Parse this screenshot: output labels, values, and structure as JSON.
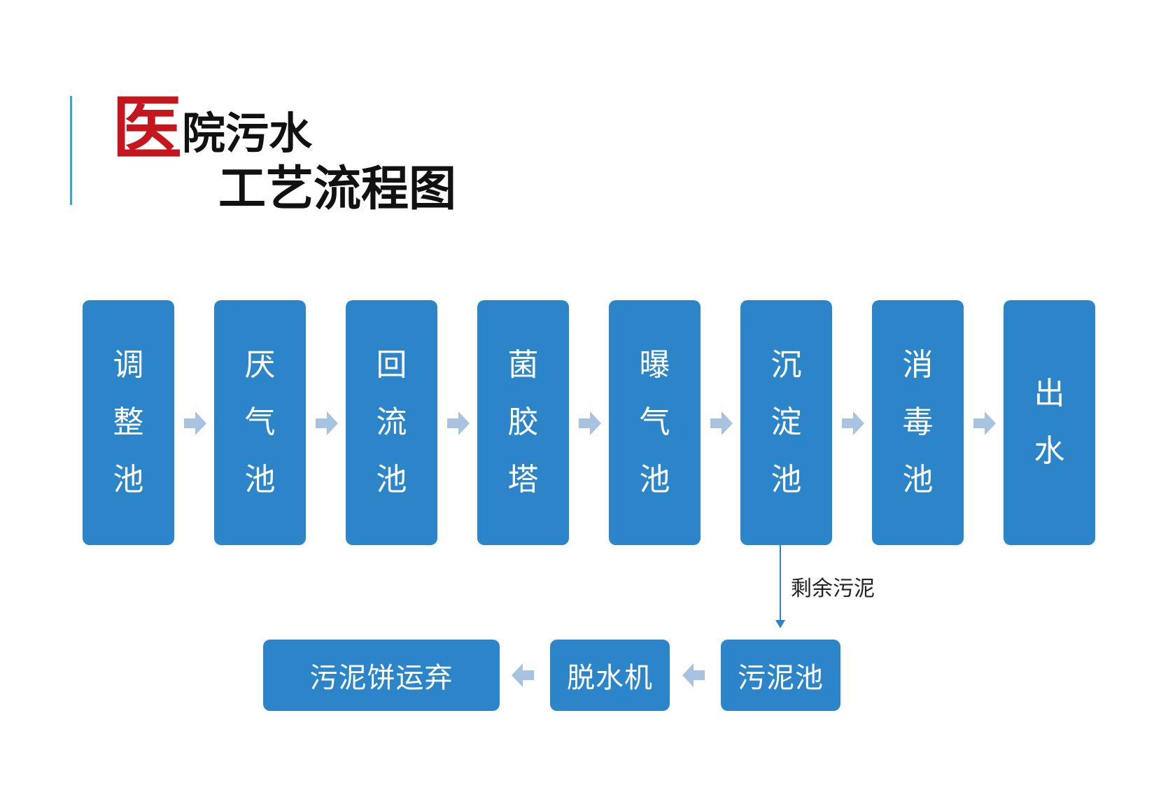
{
  "title": {
    "first_char": "医",
    "line1_rest": "院污水",
    "line2": "工艺流程图"
  },
  "colors": {
    "box": "#2c85c8",
    "arrow": "#a8c3e0",
    "accent_line": "#34a9d4",
    "title_highlight": "#c4161c"
  },
  "process_steps": [
    {
      "chars": [
        "调",
        "整",
        "池"
      ]
    },
    {
      "chars": [
        "厌",
        "气",
        "池"
      ]
    },
    {
      "chars": [
        "回",
        "流",
        "池"
      ]
    },
    {
      "chars": [
        "菌",
        "胶",
        "塔"
      ]
    },
    {
      "chars": [
        "曝",
        "气",
        "池"
      ]
    },
    {
      "chars": [
        "沉",
        "淀",
        "池"
      ]
    },
    {
      "chars": [
        "消",
        "毒",
        "池"
      ]
    },
    {
      "chars": [
        "出",
        "水"
      ]
    }
  ],
  "sludge_branch_label": "剩余污泥",
  "sludge_steps": {
    "pool": "污泥池",
    "dewatering": "脱水机",
    "disposal": "污泥饼运弃"
  }
}
